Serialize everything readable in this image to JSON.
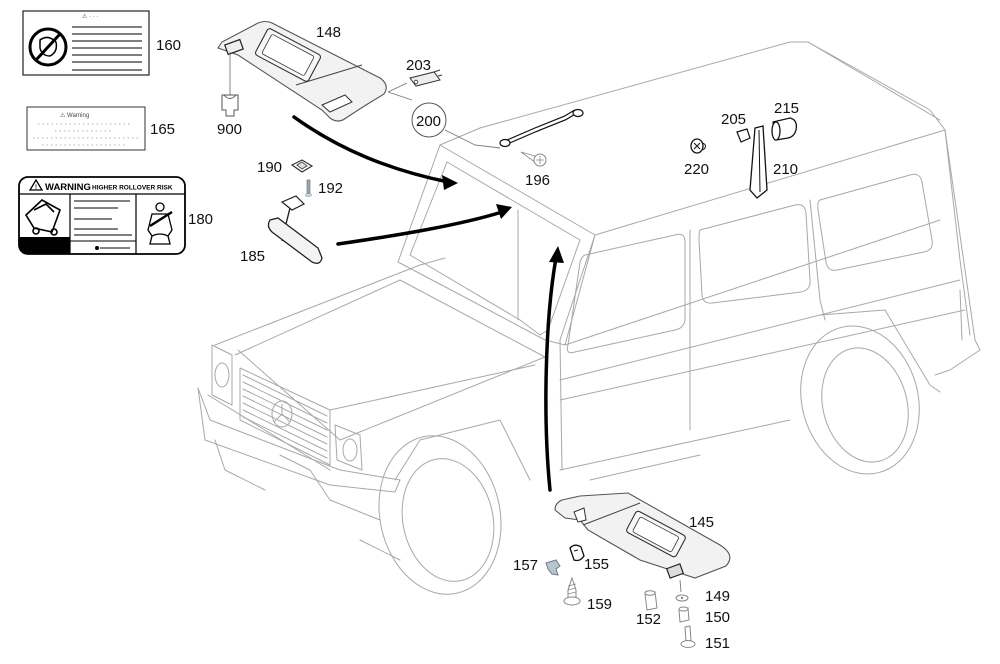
{
  "diagram": {
    "title": "Interior equipment – sun visors, mirror, handles and warning labels",
    "labels": {
      "l145": "145",
      "l148": "148",
      "l149": "149",
      "l150": "150",
      "l151": "151",
      "l152": "152",
      "l155": "155",
      "l157": "157",
      "l159": "159",
      "l160": "160",
      "l165": "165",
      "l180": "180",
      "l185": "185",
      "l190": "190",
      "l192": "192",
      "l196": "196",
      "l200": "200",
      "l203": "203",
      "l205": "205",
      "l210": "210",
      "l215": "215",
      "l220": "220",
      "l900": "900"
    },
    "warning_label": {
      "heading": "WARNING",
      "subheading": "HIGHER ROLLOVER RISK"
    },
    "label_165": {
      "heading": "Warning"
    }
  }
}
